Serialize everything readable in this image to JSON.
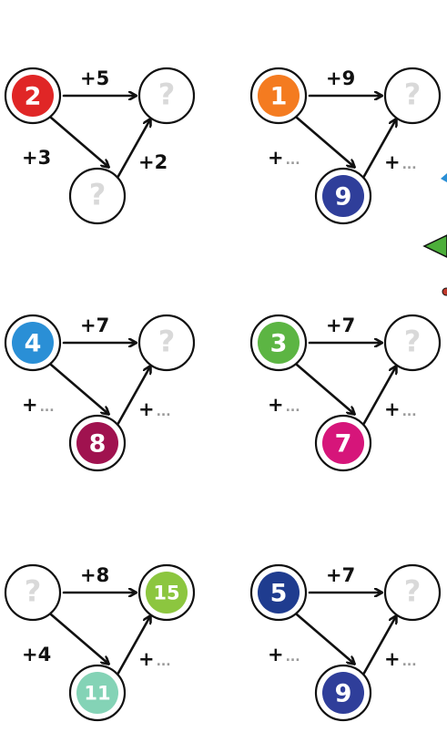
{
  "question_mark": "?",
  "dots": "...",
  "colors": {
    "red": "#e02626",
    "orange": "#f47b20",
    "blue": "#2a8fd6",
    "green": "#5cb543",
    "maroon": "#a0124f",
    "magenta": "#d6157a",
    "navy": "#2f3e9a",
    "darkblue": "#1f3c8f",
    "lime": "#8cc63f",
    "mint": "#84d3b6",
    "unknown": "#d9d9d9"
  },
  "puzzles": [
    {
      "left": {
        "value": "2",
        "color": "red"
      },
      "right": {
        "value": "?",
        "color": "unknown"
      },
      "bottom": {
        "value": "?",
        "color": "unknown"
      },
      "top_op": "+5",
      "left_op": "+3",
      "right_op": "+2"
    },
    {
      "left": {
        "value": "1",
        "color": "orange"
      },
      "right": {
        "value": "?",
        "color": "unknown"
      },
      "bottom": {
        "value": "9",
        "color": "navy"
      },
      "top_op": "+9",
      "left_op": "+",
      "right_op": "+"
    },
    {
      "left": {
        "value": "4",
        "color": "blue"
      },
      "right": {
        "value": "?",
        "color": "unknown"
      },
      "bottom": {
        "value": "8",
        "color": "maroon"
      },
      "top_op": "+7",
      "left_op": "+",
      "right_op": "+"
    },
    {
      "left": {
        "value": "3",
        "color": "green"
      },
      "right": {
        "value": "?",
        "color": "unknown"
      },
      "bottom": {
        "value": "7",
        "color": "magenta"
      },
      "top_op": "+7",
      "left_op": "+",
      "right_op": "+"
    },
    {
      "left": {
        "value": "?",
        "color": "unknown"
      },
      "right": {
        "value": "15",
        "color": "lime"
      },
      "bottom": {
        "value": "11",
        "color": "mint"
      },
      "top_op": "+8",
      "left_op": "+4",
      "right_op": "+"
    },
    {
      "left": {
        "value": "5",
        "color": "darkblue"
      },
      "right": {
        "value": "?",
        "color": "unknown"
      },
      "bottom": {
        "value": "9",
        "color": "navy"
      },
      "top_op": "+7",
      "left_op": "+",
      "right_op": "+"
    }
  ]
}
